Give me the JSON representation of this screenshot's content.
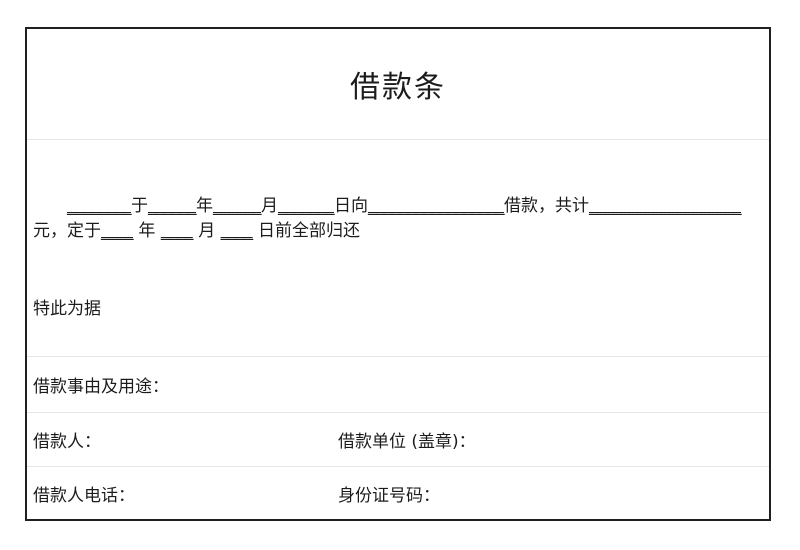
{
  "document": {
    "title": "借款条",
    "body": {
      "segments": [
        {
          "type": "text",
          "value": "　　"
        },
        {
          "type": "blank",
          "value": "________"
        },
        {
          "type": "text",
          "value": "于"
        },
        {
          "type": "blank",
          "value": "______"
        },
        {
          "type": "text",
          "value": "年"
        },
        {
          "type": "blank",
          "value": "______"
        },
        {
          "type": "text",
          "value": "月"
        },
        {
          "type": "blank",
          "value": "_______"
        },
        {
          "type": "text",
          "value": "日向"
        },
        {
          "type": "blank",
          "value": "_________________"
        },
        {
          "type": "text",
          "value": "借款，共计"
        },
        {
          "type": "blank",
          "value": "___________________"
        },
        {
          "type": "text",
          "value": "元，定于"
        },
        {
          "type": "blank",
          "value": "____"
        },
        {
          "type": "text",
          "value": " 年 "
        },
        {
          "type": "blank",
          "value": "____"
        },
        {
          "type": "text",
          "value": " 月 "
        },
        {
          "type": "blank",
          "value": "____"
        },
        {
          "type": "text",
          "value": " 日前全部归还"
        }
      ],
      "plain_text": "　　________于______年______月_______日向_________________借款，共计___________________元，定于____ 年 ____ 月 ____ 日前全部归还"
    },
    "hereby_note": "特此为据",
    "rows": [
      {
        "label": "借款事由及用途："
      },
      {
        "label": "借款人：",
        "second_label": "借款单位 (盖章)："
      },
      {
        "label": "借款人电话：",
        "second_label": "身份证号码："
      }
    ],
    "colors": {
      "frame": "#221f1f",
      "rule": "#e6e6e6",
      "text": "#1c1c1c",
      "background": "#ffffff"
    }
  }
}
